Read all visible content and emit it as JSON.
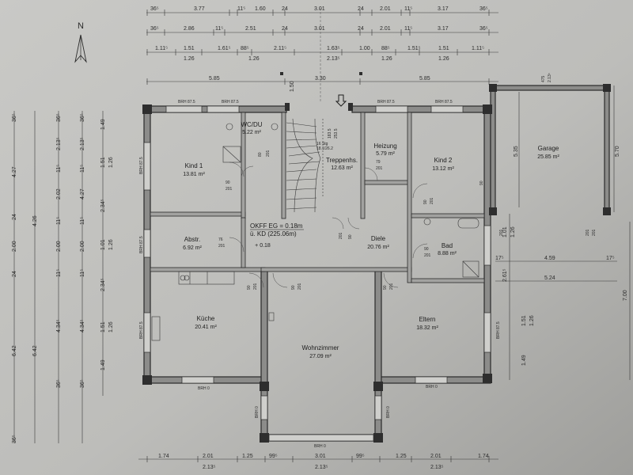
{
  "dims_top": {
    "row1": [
      "36⁵",
      "3.77",
      "11⁵",
      "1.60",
      "24",
      "3.01",
      "24",
      "2.01",
      "11⁵",
      "3.17",
      "36⁵"
    ],
    "row2": [
      "36⁵",
      "2.86",
      "11⁵",
      "2.51",
      "24",
      "3.01",
      "24",
      "2.01",
      "11⁵",
      "3.17",
      "36⁵"
    ],
    "row3": [
      "1.11⁵",
      "1.51",
      "1.61⁵",
      "88⁵",
      "2.11⁵",
      "1.63⁵",
      "1.00",
      "88⁵",
      "1.51⁵",
      "1.51",
      "1.11⁵"
    ],
    "row3_sub": [
      "1.26",
      "1.26",
      "2.13⁵",
      "1.26",
      "1.26"
    ],
    "row4": [
      "5.85",
      "3.30",
      "5.85"
    ],
    "row4_extra": [
      "1.50"
    ]
  },
  "dims_bottom": {
    "row1": [
      "1.74",
      "2.01",
      "1.25",
      "99⁵",
      "3.01",
      "99⁵",
      "1.25",
      "2.01",
      "1.74"
    ],
    "row1_sub": [
      "2.13⁵",
      "2.13⁵",
      "2.13⁵"
    ]
  },
  "dims_left": {
    "col1": [
      "36⁵",
      "4.27",
      "24",
      "2.00",
      "24",
      "6.42",
      "36⁵"
    ],
    "col1b": [
      "4.26",
      "6.42"
    ],
    "col2": [
      "36⁵",
      "2.13⁵",
      "11⁵",
      "2.02",
      "11⁵",
      "2.00",
      "11⁵",
      "4.34⁵",
      "36⁵"
    ],
    "col3": [
      "36⁵",
      "2.13⁵",
      "11⁵",
      "4.27",
      "11⁵",
      "2.00",
      "11⁵",
      "4.34⁵",
      "36⁵"
    ],
    "col4": [
      "1.49",
      "1.51",
      "1.26",
      "2.34⁵",
      "1.01",
      "1.26",
      "2.34⁵",
      "1.51",
      "1.26",
      "1.49"
    ]
  },
  "dims_right": {
    "garage": [
      "5.35",
      "5.70",
      "7.00"
    ],
    "right_col": [
      "1.01",
      "1.26",
      "2.61⁵",
      "1.51",
      "1.26",
      "1.49"
    ],
    "horizontal": [
      "17⁵",
      "4.59",
      "17⁵",
      "5.24"
    ],
    "garage_top": [
      "475",
      "2.13⁵"
    ]
  },
  "rooms": {
    "kind1": {
      "name": "Kind 1",
      "area": "13.81 m²"
    },
    "wcdu": {
      "name": "WC/DU",
      "area": "5.22 m²"
    },
    "treppe": {
      "name": "Treppenhs.",
      "area": "12.63 m²"
    },
    "heizung": {
      "name": "Heizung",
      "area": "5.79 m²"
    },
    "kind2": {
      "name": "Kind 2",
      "area": "13.12 m²"
    },
    "garage": {
      "name": "Garage",
      "area": "25.85 m²"
    },
    "abstr": {
      "name": "Abstr.",
      "area": "6.92 m²"
    },
    "diele": {
      "name": "Diele",
      "area": "20.76 m²"
    },
    "bad": {
      "name": "Bad",
      "area": "8.88 m²"
    },
    "kueche": {
      "name": "Küche",
      "area": "20.41 m²"
    },
    "wohn": {
      "name": "Wohnzimmer",
      "area": "27.09 m²"
    },
    "eltern": {
      "name": "Eltern",
      "area": "18.32 m²"
    }
  },
  "okff": {
    "line1": "OKFF EG = 0.18m",
    "line2": "ü. KD (225.06m)",
    "level": "+ 0.18"
  },
  "stair_note": {
    "line1": "16 Stg",
    "line2": "18.1/26.2"
  },
  "brh": {
    "b1": "BRH 87.5",
    "b2": "BRH 87.5",
    "b3": "BRH 87.5",
    "b4": "BRH 87.5",
    "b5": "BRH 87.5",
    "b6": "BRH 87.5",
    "b7": "BRH 87.5",
    "b8": "BRH 87.5",
    "b9": "BRH 0",
    "b10": "BRH 0",
    "b11": "BRH 0",
    "b12": "BRH 0",
    "b13": "BRH 0"
  },
  "doors": {
    "d1": [
      "90",
      "201"
    ],
    "d2": [
      "80",
      "201"
    ],
    "d3": [
      "90",
      "201"
    ],
    "d4": [
      "79",
      "201"
    ],
    "d5": [
      "90",
      "201"
    ],
    "d6": [
      "76",
      "201"
    ],
    "d7": [
      "90",
      "201"
    ],
    "d8": [
      "90",
      "201"
    ],
    "d9": [
      "90",
      "201"
    ],
    "d10": [
      "90",
      "201"
    ],
    "d11": [
      "90",
      "201"
    ],
    "d12": [
      "201",
      "201"
    ]
  },
  "stair_dims": [
    "183.5",
    "253.5"
  ]
}
